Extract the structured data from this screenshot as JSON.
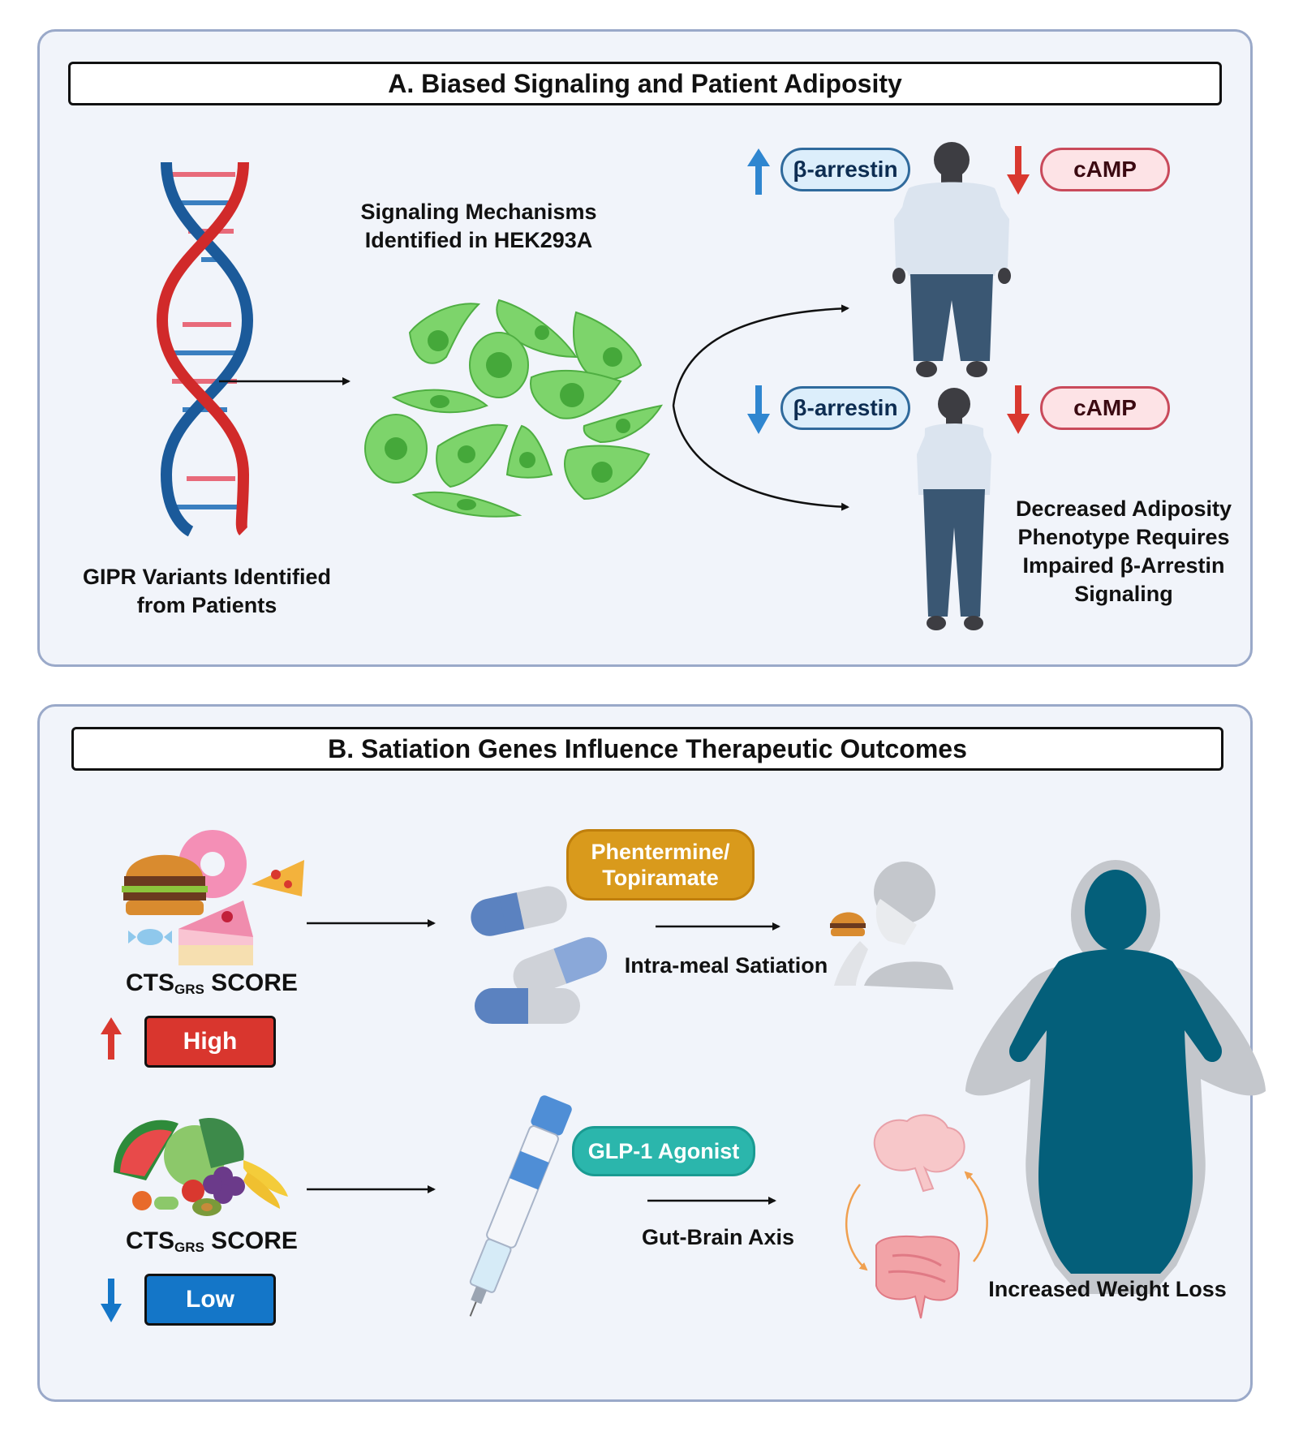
{
  "panel_a": {
    "title": "A. Biased Signaling and Patient Adiposity",
    "dna_label_line1": "GIPR Variants Identified",
    "dna_label_line2": "from Patients",
    "cells_label_line1": "Signaling Mechanisms",
    "cells_label_line2": "Identified in HEK293A",
    "upper_row": {
      "arrestin_label": "β-arrestin",
      "arrestin_direction": "up",
      "camp_label": "cAMP",
      "camp_direction": "down"
    },
    "lower_row": {
      "arrestin_label": "β-arrestin",
      "arrestin_direction": "down",
      "camp_label": "cAMP",
      "camp_direction": "down"
    },
    "outcome_lines": [
      "Decreased Adiposity",
      "Phenotype Requires",
      "Impaired β-Arrestin",
      "Signaling"
    ]
  },
  "panel_b": {
    "title": "B. Satiation Genes Influence Therapeutic Outcomes",
    "high_row": {
      "score_prefix": "CTS",
      "score_sub": "GRS",
      "score_suffix": " SCORE",
      "level": "High",
      "drug_line1": "Phentermine/",
      "drug_line2": "Topiramate",
      "mechanism": "Intra-meal Satiation"
    },
    "low_row": {
      "score_prefix": "CTS",
      "score_sub": "GRS",
      "score_suffix": " SCORE",
      "level": "Low",
      "drug": "GLP-1 Agonist",
      "mechanism": "Gut-Brain Axis"
    },
    "outcome": "Increased Weight Loss"
  },
  "colors": {
    "panel_bg": "#f1f4fa",
    "panel_border": "#9aa9c9",
    "up_arrow_blue": "#2f86d0",
    "down_arrow_red": "#d9382f",
    "high_box": "#d9362e",
    "low_box": "#1476c8",
    "phentermine_pill": "#d99a1c",
    "glp1_pill": "#2bb6ac",
    "cells_green": "#7dd46b",
    "body_teal": "#045f7a"
  }
}
